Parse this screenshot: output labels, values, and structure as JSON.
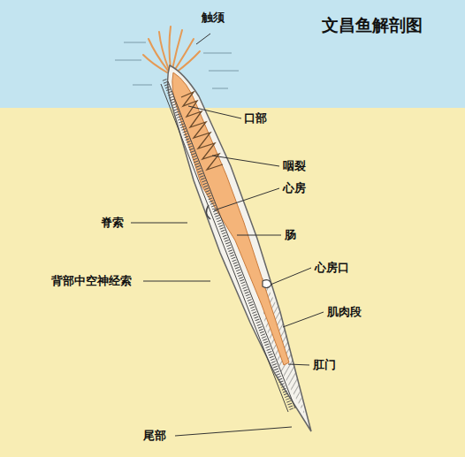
{
  "diagram": {
    "title": "文昌鱼解剖图",
    "labels": [
      "触须",
      "口部",
      "咽裂",
      "心房",
      "脊索",
      "肠",
      "心房口",
      "背部中空神经索",
      "肌肉段",
      "肛门",
      "尾部"
    ]
  }
}
